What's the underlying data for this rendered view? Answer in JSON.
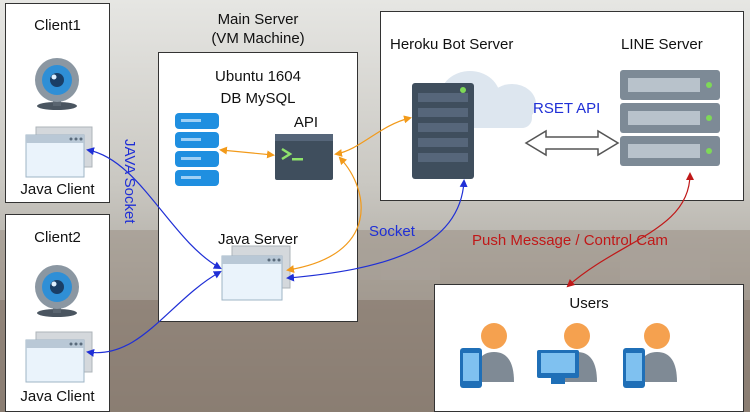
{
  "client1": {
    "title": "Client1",
    "app_label": "Java Client"
  },
  "client2": {
    "title": "Client2",
    "app_label": "Java Client"
  },
  "main_server": {
    "caption_line1": "Main Server",
    "caption_line2": "(VM Machine)",
    "os_label": "Ubuntu 1604",
    "db_label": "DB MySQL",
    "api_label": "API",
    "java_server_label": "Java Server"
  },
  "heroku": {
    "title": "Heroku Bot Server"
  },
  "line": {
    "title": "LINE Server"
  },
  "users": {
    "title": "Users"
  },
  "connections": {
    "java_socket": "JAVA Socket",
    "socket": "Socket",
    "rest_api": "RSET API",
    "push": "Push Message / Control Cam"
  },
  "colors": {
    "blue_link": "#1f2fd6",
    "orange_link": "#f29a1a",
    "red_link": "#c01818",
    "webcam_blue": "#2f8fd6",
    "server_dark": "#3f4e5d",
    "db_blue": "#1f8fe0"
  }
}
